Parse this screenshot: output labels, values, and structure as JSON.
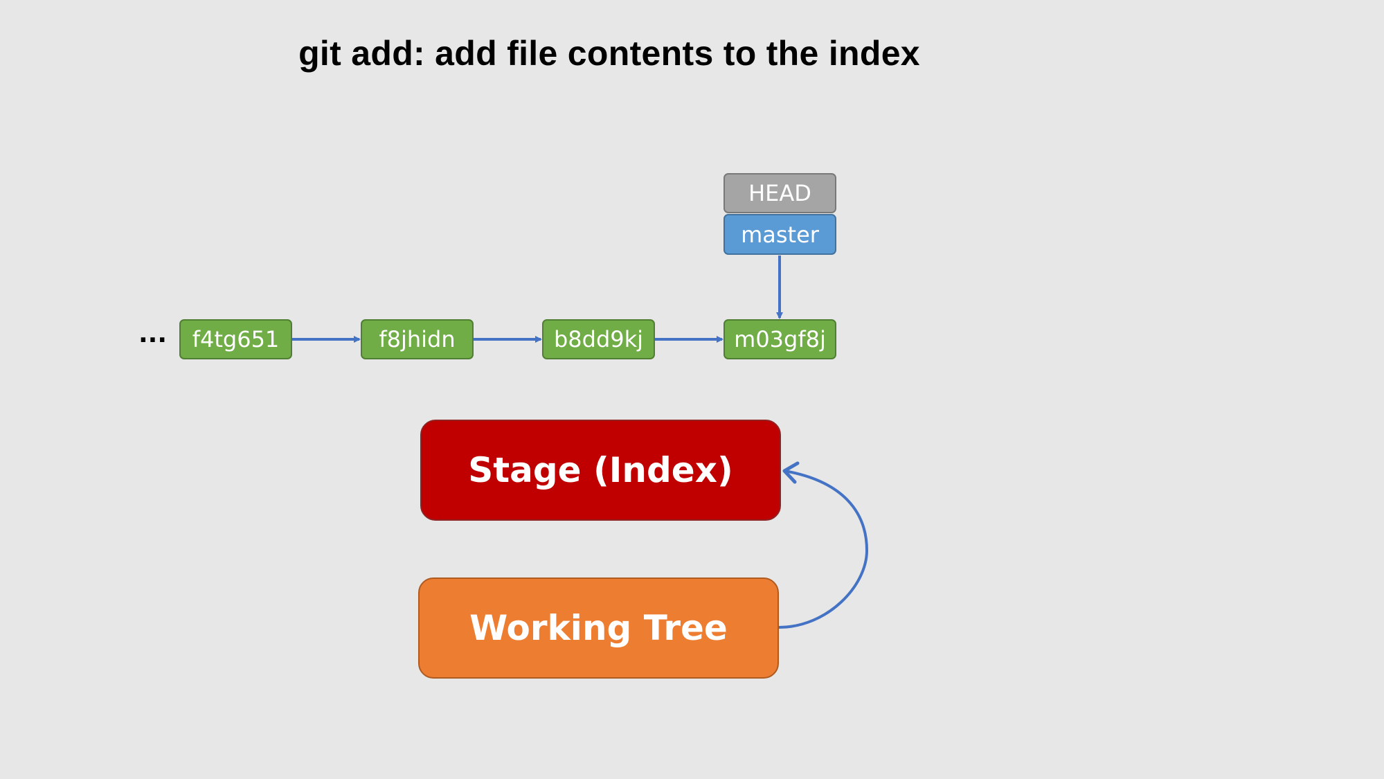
{
  "title": "git add: add file contents to the index",
  "ellipsis": "...",
  "commits": [
    "f4tg651",
    "f8jhidn",
    "b8dd9kj",
    "m03gf8j"
  ],
  "refs": {
    "head": "HEAD",
    "branch": "master"
  },
  "areas": {
    "stage": "Stage (Index)",
    "working_tree": "Working Tree"
  },
  "colors": {
    "background": "#e7e7e7",
    "commit": "#70ad47",
    "head": "#a5a5a5",
    "branch": "#5b9bd5",
    "stage": "#c00000",
    "working_tree": "#ed7d31",
    "arrow": "#4472c4"
  }
}
